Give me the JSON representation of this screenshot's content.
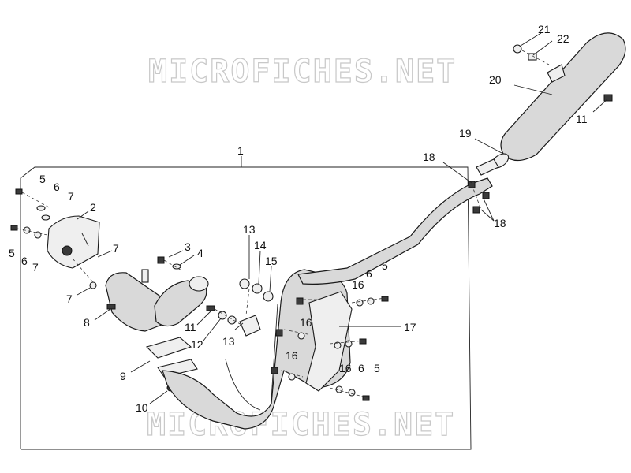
{
  "watermark": {
    "top": "MICROFICHES.NET",
    "bottom": "MICROFICHES.NET"
  },
  "callouts": {
    "c1": "1",
    "c2": "2",
    "c3": "3",
    "c4": "4",
    "c5a": "5",
    "c5b": "5",
    "c5c": "5",
    "c5d": "5",
    "c6a": "6",
    "c6b": "6",
    "c6c": "6",
    "c6d": "6",
    "c7a": "7",
    "c7b": "7",
    "c7c": "7",
    "c7d": "7",
    "c8": "8",
    "c9": "9",
    "c10": "10",
    "c11a": "11",
    "c11b": "11",
    "c12": "12",
    "c13a": "13",
    "c13b": "13",
    "c14": "14",
    "c15": "15",
    "c16a": "16",
    "c16b": "16",
    "c16c": "16",
    "c16d": "16",
    "c17": "17",
    "c18a": "18",
    "c18b": "18",
    "c19": "19",
    "c20": "20",
    "c21": "21",
    "c22": "22"
  }
}
